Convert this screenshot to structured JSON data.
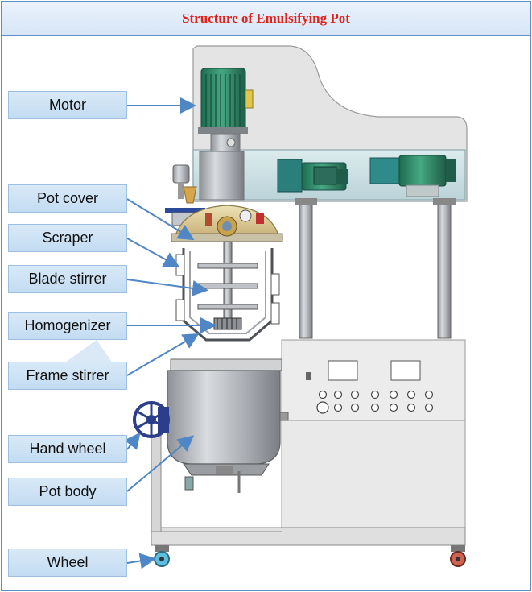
{
  "title": "Structure of Emulsifying Pot",
  "labels": {
    "motor": "Motor",
    "pot_cover": "Pot cover",
    "scraper": "Scraper",
    "blade_stirrer": "Blade stirrer",
    "homogenizer": "Homogenizer",
    "frame_stirrer": "Frame stirrer",
    "hand_wheel": "Hand wheel",
    "pot_body": "Pot body",
    "wheel": "Wheel"
  },
  "colors": {
    "title_text": "#e0211b",
    "border": "#5e8fc4",
    "label_fill": "#cfe3f5",
    "arrow": "#4f86c6",
    "motor_green": "#2f8a6a",
    "steel": "#b9bcc0",
    "cabinet": "#ececec"
  },
  "icons": [
    "motor-icon",
    "hand-wheel-icon",
    "caster-wheel-icon"
  ]
}
